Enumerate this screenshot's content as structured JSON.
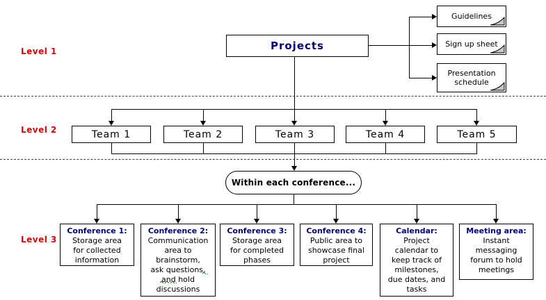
{
  "levels": [
    {
      "label": "Level 1"
    },
    {
      "label": "Level 2"
    },
    {
      "label": "Level 3"
    }
  ],
  "projects": {
    "label": "Projects"
  },
  "documents": [
    {
      "label": "Guidelines"
    },
    {
      "label": "Sign up sheet"
    },
    {
      "label": "Presentation schedule"
    }
  ],
  "teams": [
    {
      "label": "Team 1"
    },
    {
      "label": "Team 2"
    },
    {
      "label": "Team 3"
    },
    {
      "label": "Team 4"
    },
    {
      "label": "Team 5"
    }
  ],
  "ellipse": {
    "label": "Within each conference..."
  },
  "areas": [
    {
      "title": "Conference 1:",
      "body": "Storage area\nfor collected\ninformation"
    },
    {
      "title": "Conference 2:",
      "body": "Communication\narea to\nbrainstorm,\nask questions,\nand hold\ndiscussions"
    },
    {
      "title": "Conference 3:",
      "body": "Storage area\nfor completed\nphases"
    },
    {
      "title": "Conference 4:",
      "body": "Public area to\nshowcase final\nproject"
    },
    {
      "title": "Calendar:",
      "body": "Project\ncalendar to\nkeep track of\nmilestones,\ndue dates, and\ntasks"
    },
    {
      "title": "Meeting area:",
      "body": "Instant\nmessaging\nforum to hold\nmeetings"
    }
  ],
  "colors": {
    "heading_navy": "#000080",
    "level_label_red": "#e60000",
    "line_black": "#000000",
    "fold_gray": "#c8c8c8",
    "spellcheck_green": "#008000",
    "background": "#ffffff"
  }
}
